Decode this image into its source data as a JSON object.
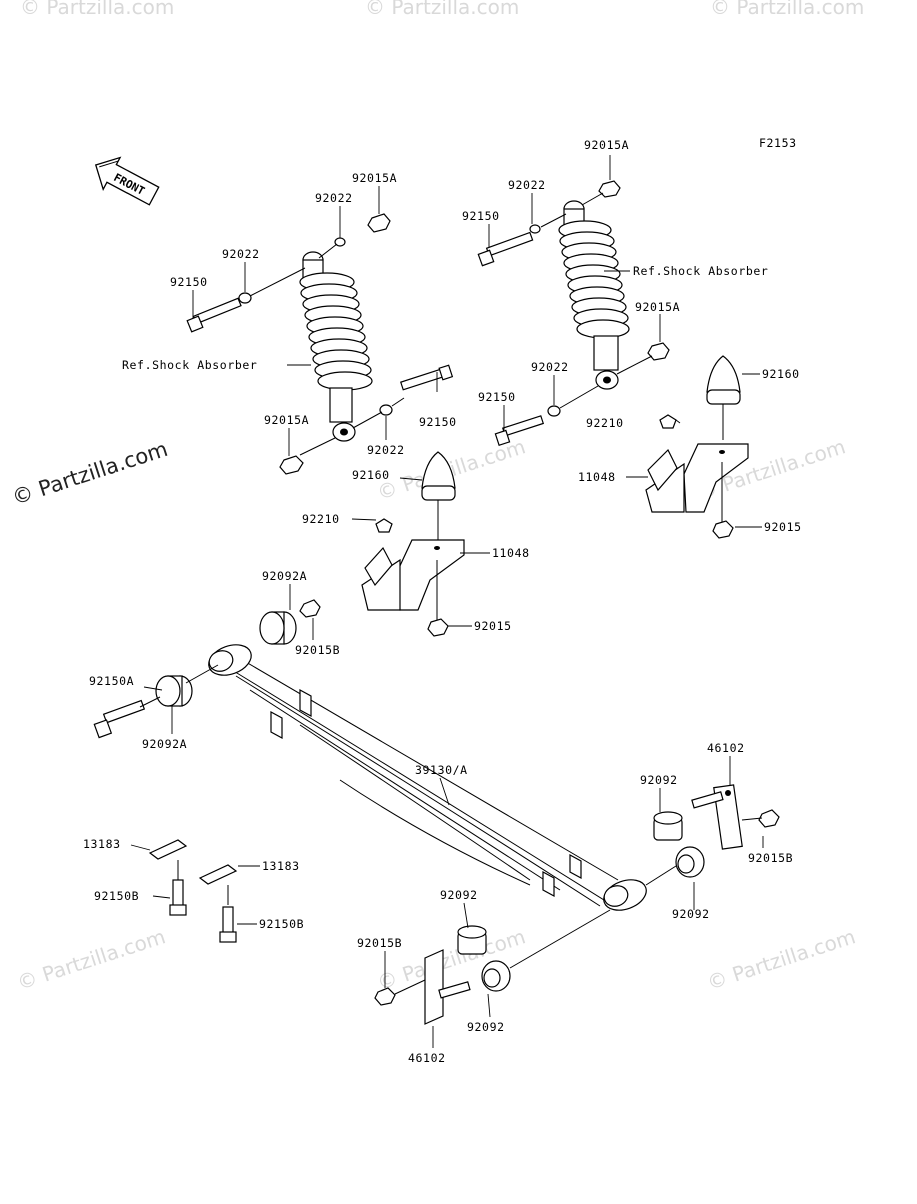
{
  "diagram_code": "F2153",
  "watermark": "© Partzilla.com",
  "front_label": "FRONT",
  "labels": {
    "l_92015A_1": "92015A",
    "l_92022_1": "92022",
    "l_92022_2": "92022",
    "l_92150_1": "92150",
    "l_refshock_1": "Ref.Shock Absorber",
    "l_92150_2": "92150",
    "l_92015A_2": "92015A",
    "l_92022_3": "92022",
    "l_92160_1": "92160",
    "l_92210_1": "92210",
    "l_11048_1": "11048",
    "l_92015_1": "92015",
    "l_92092A_1": "92092A",
    "l_92015B_1": "92015B",
    "l_92150A": "92150A",
    "l_92092A_2": "92092A",
    "l_92015A_3": "92015A",
    "l_92022_4": "92022",
    "l_92150_3": "92150",
    "l_refshock_2": "Ref.Shock Absorber",
    "l_92015A_4": "92015A",
    "l_92022_5": "92022",
    "l_92150_4": "92150",
    "l_92160_2": "92160",
    "l_92210_2": "92210",
    "l_11048_2": "11048",
    "l_92015_2": "92015",
    "l_39130": "39130/A",
    "l_46102_1": "46102",
    "l_92092_1": "92092",
    "l_92015B_2": "92015B",
    "l_92092_2": "92092",
    "l_13183_1": "13183",
    "l_13183_2": "13183",
    "l_92150B_1": "92150B",
    "l_92150B_2": "92150B",
    "l_92092_3": "92092",
    "l_92015B_3": "92015B",
    "l_92092_4": "92092",
    "l_46102_2": "46102"
  }
}
